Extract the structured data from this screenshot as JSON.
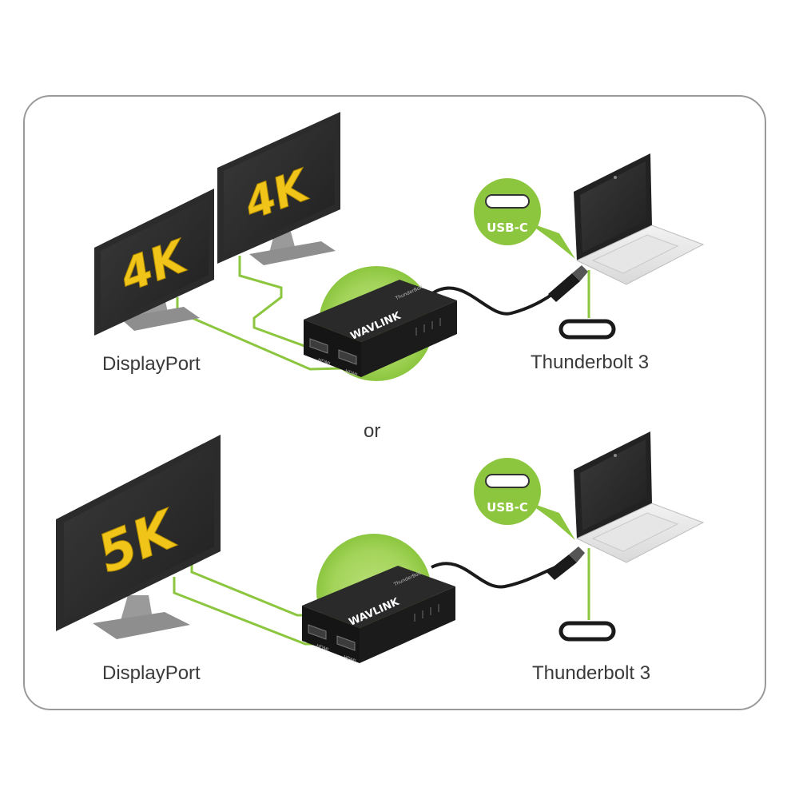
{
  "top": {
    "monitor_back_text": "4K",
    "monitor_front_text": "4K",
    "displayport_label": "DisplayPort",
    "thunderbolt_label": "Thunderbolt 3",
    "usbc_callout": "USB-C",
    "adapter_brand": "WAVLINK",
    "adapter_sub": "ThunderBolt",
    "port1_label": "HDMI",
    "port2_label": "HDMI"
  },
  "separator": "or",
  "bottom": {
    "monitor_text": "5K",
    "displayport_label": "DisplayPort",
    "thunderbolt_label": "Thunderbolt 3",
    "usbc_callout": "USB-C",
    "adapter_brand": "WAVLINK",
    "adapter_sub": "ThunderBolt",
    "port1_label": "HDMI",
    "port2_label": "HDMI"
  },
  "colors": {
    "accent_green": "#8cc63f",
    "screen_text_gold": "#f0c419",
    "device_black": "#1b1b1b",
    "monitor_body": "#2b2b2b"
  }
}
